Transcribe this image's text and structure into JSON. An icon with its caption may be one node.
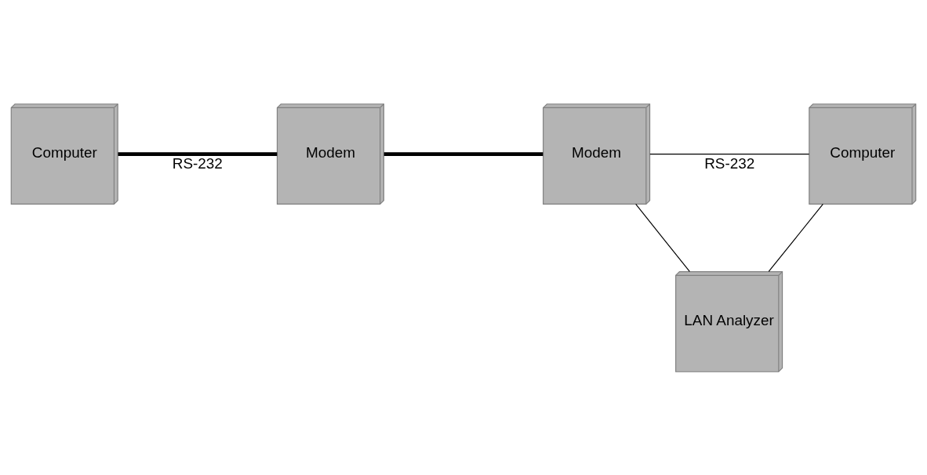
{
  "diagram": {
    "nodes": [
      {
        "text": [
          "Computer"
        ]
      },
      {
        "text": [
          "Modem"
        ]
      },
      {
        "text": [
          "Modem"
        ]
      },
      {
        "text": [
          "Computer"
        ]
      },
      {
        "text": [
          "LAN Analyzer"
        ]
      }
    ],
    "edges": [
      {
        "from": 0,
        "to": 1,
        "arrow": "none",
        "label": "RS-232",
        "style": "thick"
      },
      {
        "from": 1,
        "to": 2,
        "arrow": "none",
        "style": "thick"
      },
      {
        "from": 2,
        "to": 3,
        "arrow": "none",
        "label": "RS-232"
      },
      {
        "from": 4,
        "to": 2,
        "arrow": "none"
      },
      {
        "from": 4,
        "to": 3,
        "arrow": "none"
      }
    ]
  }
}
